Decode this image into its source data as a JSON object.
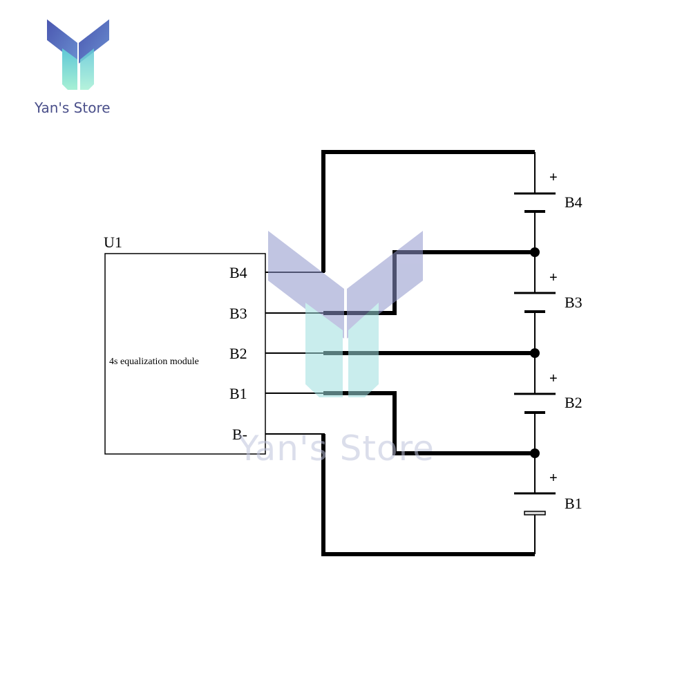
{
  "brand": {
    "name": "Yan's Store",
    "watermark": "Yan's Store"
  },
  "module": {
    "designator": "U1",
    "description": "4s equalization module",
    "pins": [
      "B4",
      "B3",
      "B2",
      "B1",
      "B-"
    ]
  },
  "batteries": [
    {
      "label": "B4",
      "polarity": "+"
    },
    {
      "label": "B3",
      "polarity": "+"
    },
    {
      "label": "B2",
      "polarity": "+"
    },
    {
      "label": "B1",
      "polarity": "+"
    }
  ],
  "colors": {
    "wire": "#000000",
    "logo_top": "#4a5bb0",
    "logo_stem": "#7ee0d6",
    "brand_text": "#4a4f8a"
  }
}
